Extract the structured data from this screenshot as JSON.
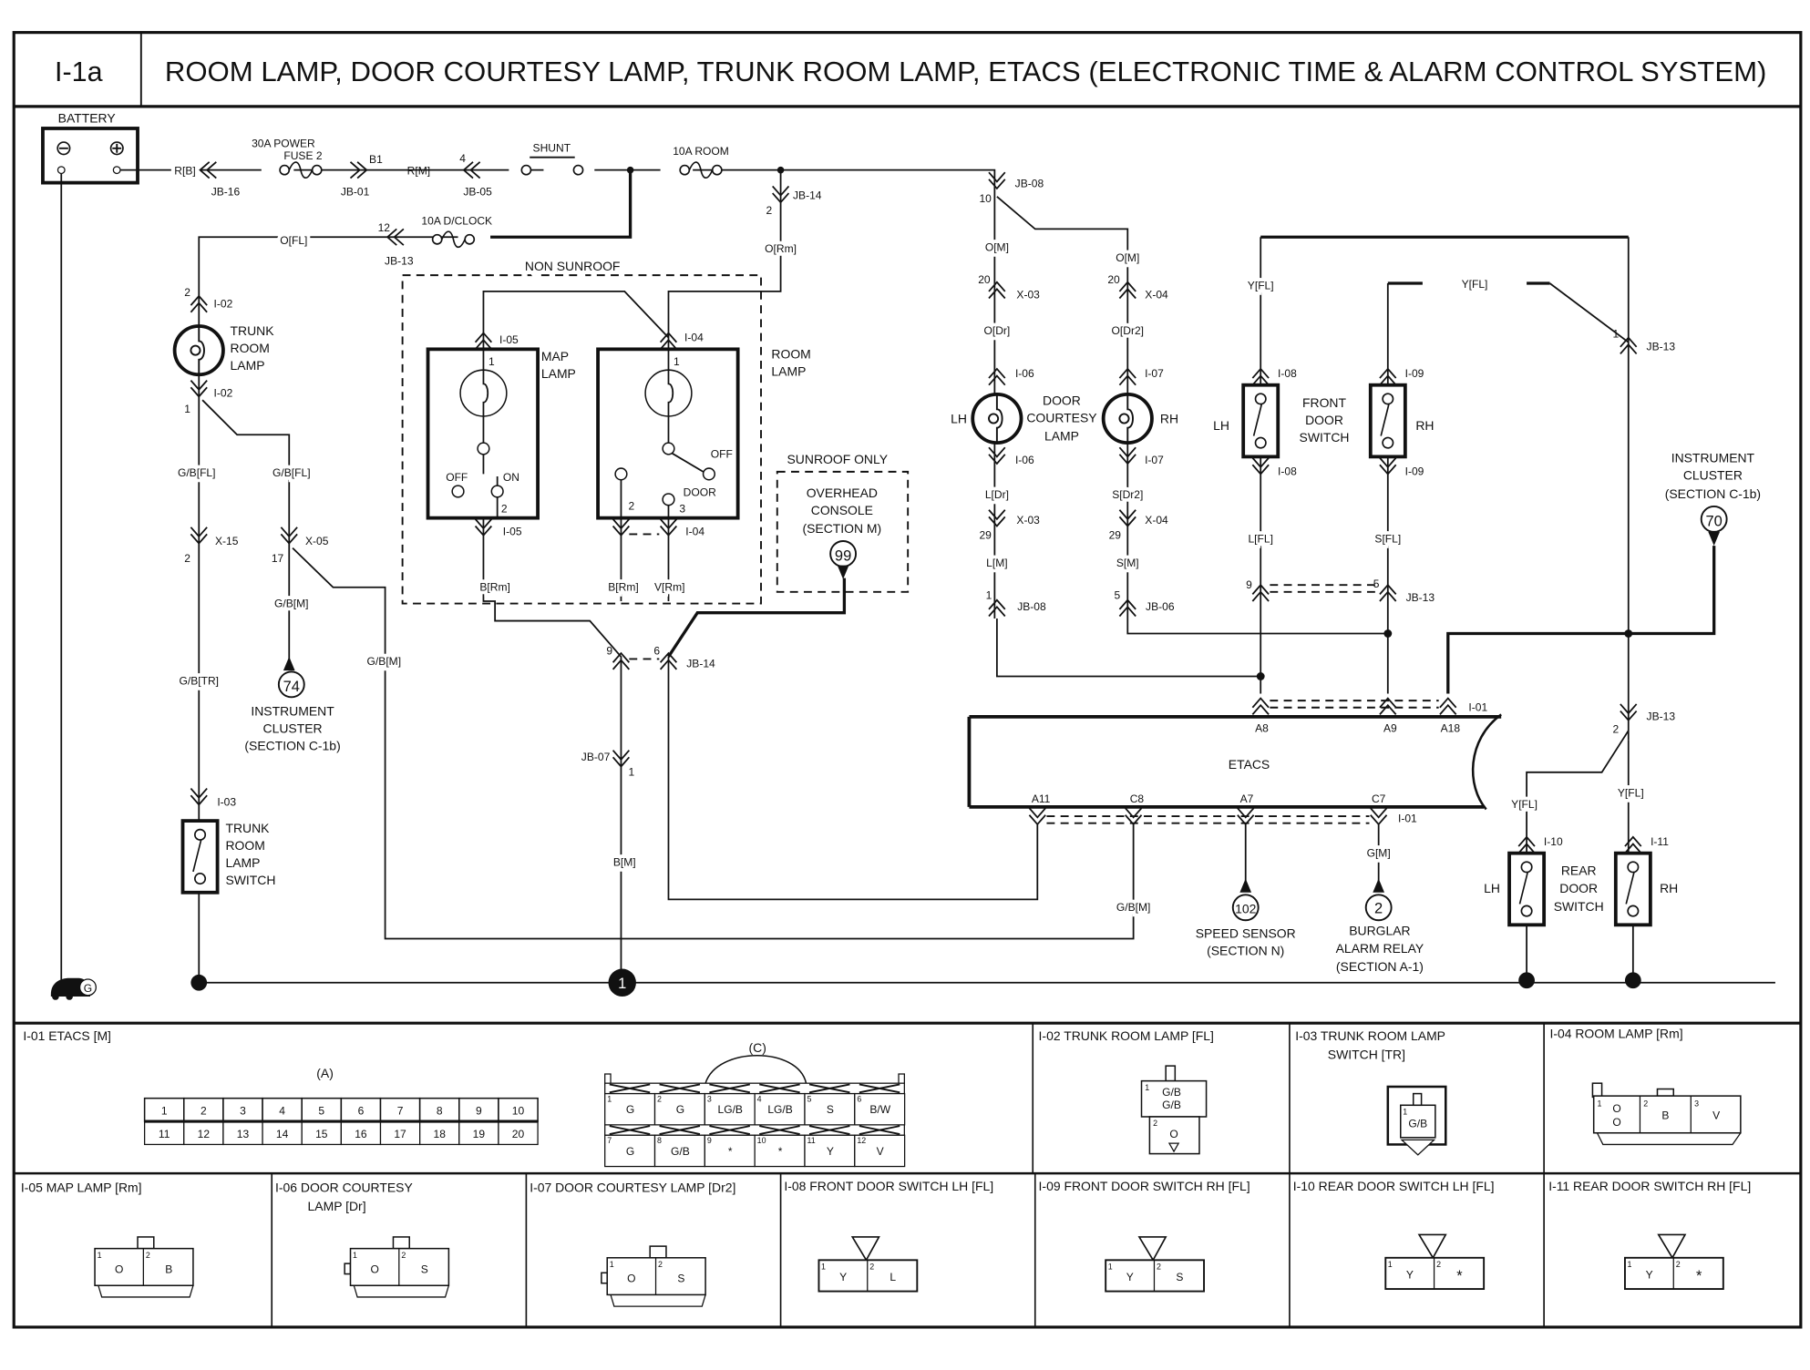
{
  "header": {
    "id": "I-1a",
    "title": "ROOM LAMP, DOOR COURTESY LAMP, TRUNK ROOM LAMP, ETACS (ELECTRONIC TIME & ALARM CONTROL SYSTEM)"
  },
  "components": {
    "battery": "BATTERY",
    "battery_neg": "⊖",
    "battery_pos": "⊕",
    "fuse_power": [
      "30A POWER",
      "FUSE 2"
    ],
    "shunt": "SHUNT",
    "fuse_room": "10A ROOM",
    "fuse_dclock": "10A D/CLOCK",
    "non_sunroof": "NON SUNROOF",
    "sunroof_only": "SUNROOF ONLY",
    "trunk_room_lamp": [
      "TRUNK",
      "ROOM",
      "LAMP"
    ],
    "map_lamp": [
      "MAP",
      "LAMP"
    ],
    "room_lamp": [
      "ROOM",
      "LAMP"
    ],
    "map_off": "OFF",
    "map_on": "ON",
    "room_off": "OFF",
    "room_door": "DOOR",
    "overhead_console": [
      "OVERHEAD",
      "CONSOLE",
      "(SECTION M)"
    ],
    "instrument_cluster_left": [
      "INSTRUMENT",
      "CLUSTER",
      "(SECTION C-1b)"
    ],
    "instrument_cluster_right": [
      "INSTRUMENT",
      "CLUSTER",
      "(SECTION C-1b)"
    ],
    "trunk_room_lamp_switch": [
      "TRUNK",
      "ROOM",
      "LAMP",
      "SWITCH"
    ],
    "door_courtesy_lamp": [
      "DOOR",
      "COURTESY",
      "LAMP"
    ],
    "front_door_switch": [
      "FRONT",
      "DOOR",
      "SWITCH"
    ],
    "rear_door_switch": [
      "REAR",
      "DOOR",
      "SWITCH"
    ],
    "lh": "LH",
    "rh": "RH",
    "etacs": "ETACS",
    "speed_sensor": [
      "SPEED SENSOR",
      "(SECTION N)"
    ],
    "burglar_alarm_relay": [
      "BURGLAR",
      "ALARM RELAY",
      "(SECTION A-1)"
    ],
    "ref_74": "74",
    "ref_99": "99",
    "ref_70": "70",
    "ref_102": "102",
    "ref_2": "2",
    "ground_1": "1",
    "ground_g": "G"
  },
  "wires": {
    "R_B": "R[B]",
    "R_M": "R[M]",
    "O_FL": "O[FL]",
    "O_Rm": "O[Rm]",
    "GB_FL": "G/B[FL]",
    "GB_M": "G/B[M]",
    "GB_TR": "G/B[TR]",
    "B_Rm": "B[Rm]",
    "V_Rm": "V[Rm]",
    "B_M": "B[M]",
    "O_M": "O[M]",
    "O_Dr": "O[Dr]",
    "O_Dr2": "O[Dr2]",
    "L_Dr": "L[Dr]",
    "S_Dr2": "S[Dr2]",
    "L_M": "L[M]",
    "S_M": "S[M]",
    "Y_FL": "Y[FL]",
    "L_FL": "L[FL]",
    "S_FL": "S[FL]",
    "G_M": "G[M]"
  },
  "connectors": {
    "JB16": "JB-16",
    "JB01": "JB-01",
    "B1": "B1",
    "JB05": "JB-05",
    "JB13": "JB-13",
    "JB14": "JB-14",
    "JB08": "JB-08",
    "JB06": "JB-06",
    "JB07": "JB-07",
    "X03": "X-03",
    "X04": "X-04",
    "X05": "X-05",
    "X15": "X-15",
    "I01": "I-01",
    "I02": "I-02",
    "I03": "I-03",
    "I04": "I-04",
    "I05": "I-05",
    "I06": "I-06",
    "I07": "I-07",
    "I08": "I-08",
    "I09": "I-09",
    "I10": "I-10",
    "I11": "I-11",
    "A8": "A8",
    "A9": "A9",
    "A18": "A18",
    "A11": "A11",
    "C8": "C8",
    "A7": "A7",
    "C7": "C7"
  },
  "pins": {
    "p1": "1",
    "p2": "2",
    "p3": "3",
    "p4": "4",
    "p5": "5",
    "p6": "6",
    "p9": "9",
    "p10": "10",
    "p12": "12",
    "p17": "17",
    "p20": "20",
    "p29": "29"
  },
  "connector_views": {
    "I01": {
      "title": "I-01 ETACS [M]",
      "a_label": "(A)",
      "a_pins": [
        "1",
        "2",
        "3",
        "4",
        "5",
        "6",
        "7",
        "8",
        "9",
        "10",
        "11",
        "12",
        "13",
        "14",
        "15",
        "16",
        "17",
        "18",
        "19",
        "20"
      ],
      "c_label": "(C)",
      "c_pins": [
        "1",
        "2",
        "3",
        "4",
        "5",
        "6",
        "7",
        "8",
        "9",
        "10",
        "11",
        "12"
      ],
      "c_wires": [
        "G",
        "G",
        "LG/B",
        "LG/B",
        "S",
        "B/W",
        "G",
        "G/B",
        "*",
        "*",
        "Y",
        "V"
      ]
    },
    "I02": {
      "title": "I-02 TRUNK ROOM LAMP [FL]",
      "wires": [
        "G/B",
        "G/B",
        "O"
      ],
      "pins": [
        "1",
        "2"
      ]
    },
    "I03": {
      "title": [
        "I-03 TRUNK ROOM LAMP",
        "SWITCH [TR]"
      ],
      "wires": [
        "G/B"
      ],
      "pins": [
        "1"
      ]
    },
    "I04": {
      "title": "I-04 ROOM LAMP [Rm]",
      "wires": [
        "O",
        "O",
        "B",
        "V"
      ],
      "pins": [
        "1",
        "2",
        "3"
      ]
    },
    "I05": {
      "title": "I-05 MAP LAMP [Rm]",
      "wires": [
        "O",
        "B"
      ],
      "pins": [
        "1",
        "2"
      ]
    },
    "I06": {
      "title": [
        "I-06 DOOR COURTESY",
        "LAMP [Dr]"
      ],
      "wires": [
        "O",
        "S"
      ],
      "pins": [
        "1",
        "2"
      ]
    },
    "I07": {
      "title": "I-07 DOOR COURTESY LAMP [Dr2]",
      "wires": [
        "O",
        "S"
      ],
      "pins": [
        "1",
        "2"
      ]
    },
    "I08": {
      "title": "I-08 FRONT DOOR SWITCH LH [FL]",
      "wires": [
        "Y",
        "L"
      ],
      "pins": [
        "1",
        "2"
      ]
    },
    "I09": {
      "title": "I-09 FRONT DOOR SWITCH RH [FL]",
      "wires": [
        "Y",
        "S"
      ],
      "pins": [
        "1",
        "2"
      ]
    },
    "I10": {
      "title": "I-10 REAR DOOR SWITCH LH [FL]",
      "wires": [
        "Y",
        "*"
      ],
      "pins": [
        "1",
        "2"
      ]
    },
    "I11": {
      "title": "I-11 REAR DOOR SWITCH RH [FL]",
      "wires": [
        "Y",
        "*"
      ],
      "pins": [
        "1",
        "2"
      ]
    }
  },
  "colors": {
    "ink": "#111111",
    "paper": "#ffffff"
  }
}
